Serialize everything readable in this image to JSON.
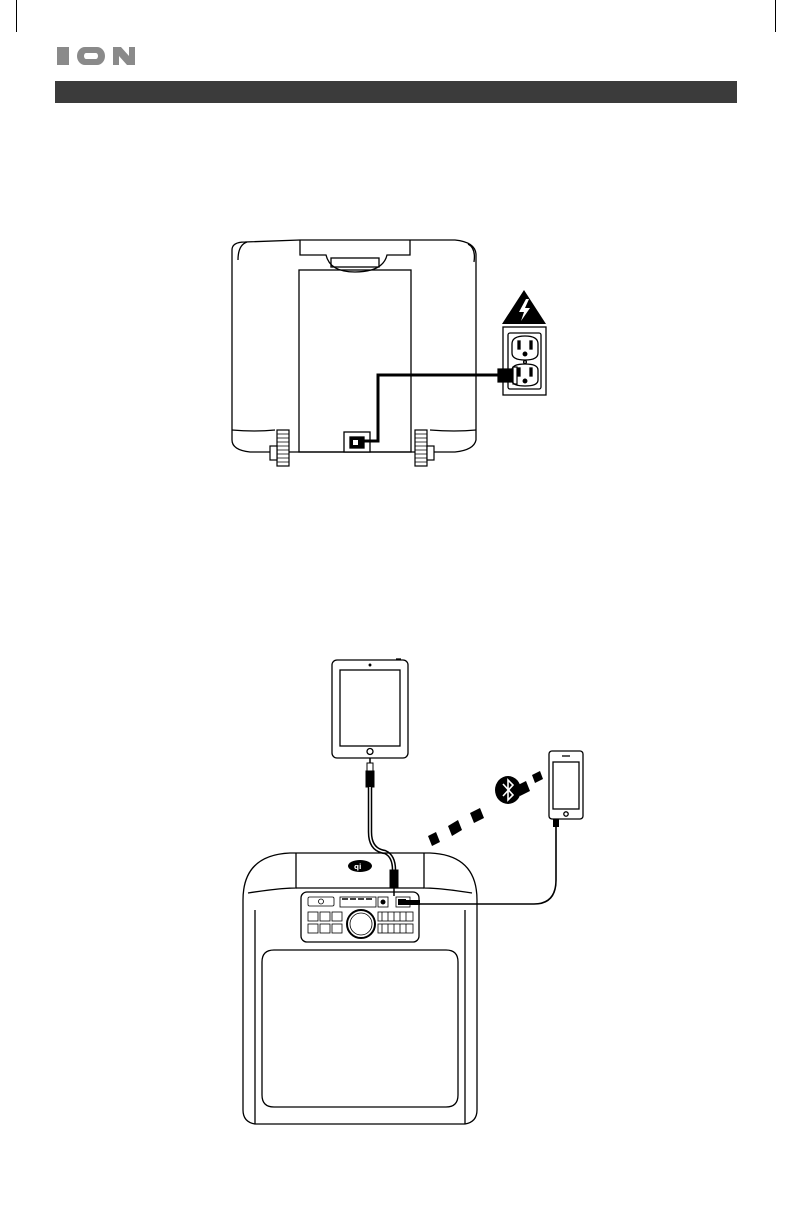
{
  "brand": {
    "logo_text": "ION"
  },
  "colors": {
    "header_bar": "#3b3b3b",
    "line": "#000000"
  },
  "figures": {
    "power": {
      "icons": [
        "speaker-rear-panel",
        "power-cable",
        "wall-outlet",
        "high-voltage-warning-icon"
      ]
    },
    "connection": {
      "icons": [
        "tablet",
        "aux-cable",
        "bluetooth-icon",
        "smartphone",
        "speaker-front-panel"
      ]
    }
  }
}
